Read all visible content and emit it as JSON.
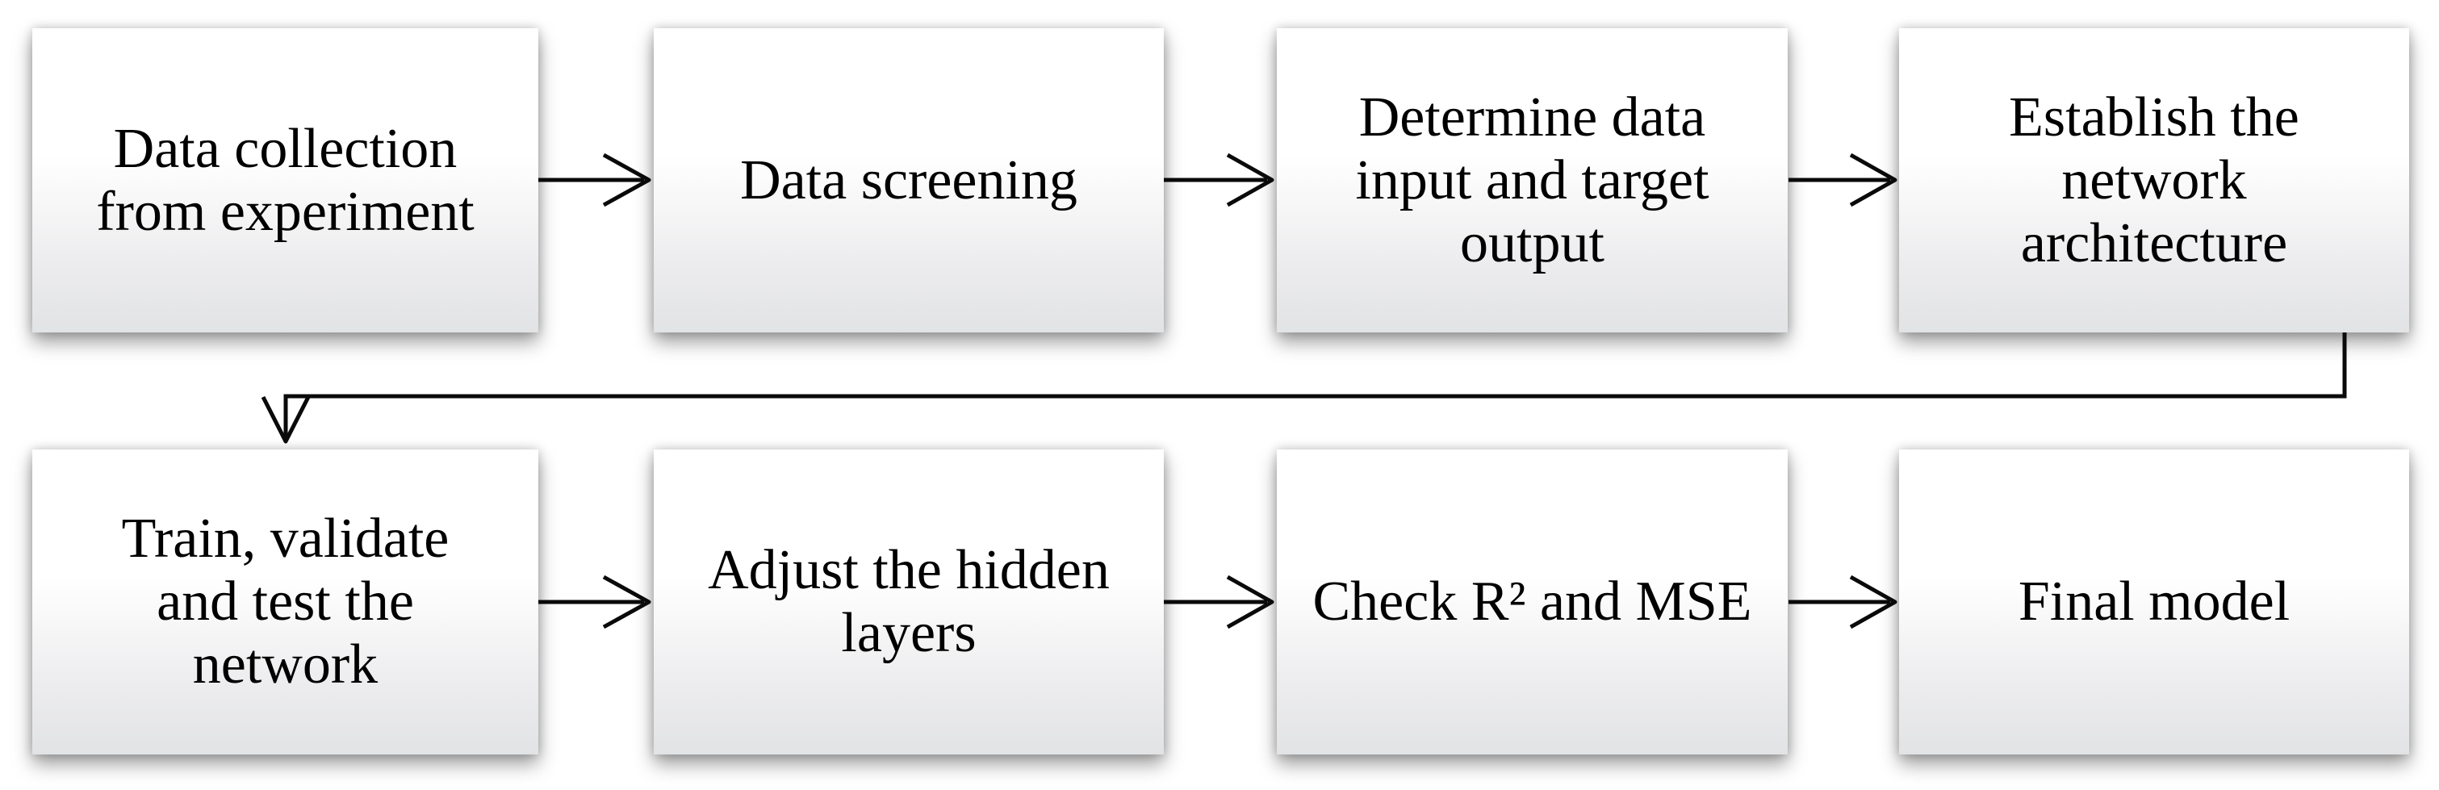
{
  "figure": {
    "background_color": "#ffffff",
    "text_color": "#000000",
    "box_fill_top": "#ffffff",
    "box_fill_bottom": "#e2e3e5",
    "connector_color": "#0a0a0a"
  },
  "flowchart": {
    "boxes": [
      {
        "id": "box-1",
        "label": "Data collection\nfrom experiment"
      },
      {
        "id": "box-2",
        "label": "Data screening"
      },
      {
        "id": "box-3",
        "label": "Determine data\ninput and target\noutput"
      },
      {
        "id": "box-4",
        "label": "Establish the\nnetwork\narchitecture"
      },
      {
        "id": "box-5",
        "label": "Train, validate\nand test the\nnetwork"
      },
      {
        "id": "box-6",
        "label": "Adjust the hidden\nlayers"
      },
      {
        "id": "box-7",
        "label": "Check R² and MSE"
      },
      {
        "id": "box-8",
        "label": "Final model"
      }
    ],
    "connectors": [
      {
        "type": "arrow-right",
        "from": "box-1",
        "to": "box-2"
      },
      {
        "type": "arrow-right",
        "from": "box-2",
        "to": "box-3"
      },
      {
        "type": "arrow-right",
        "from": "box-3",
        "to": "box-4"
      },
      {
        "type": "elbow-arrow-down",
        "from": "box-4",
        "to": "box-5"
      },
      {
        "type": "arrow-right",
        "from": "box-5",
        "to": "box-6"
      },
      {
        "type": "arrow-right",
        "from": "box-6",
        "to": "box-7"
      },
      {
        "type": "arrow-right",
        "from": "box-7",
        "to": "box-8"
      }
    ]
  }
}
